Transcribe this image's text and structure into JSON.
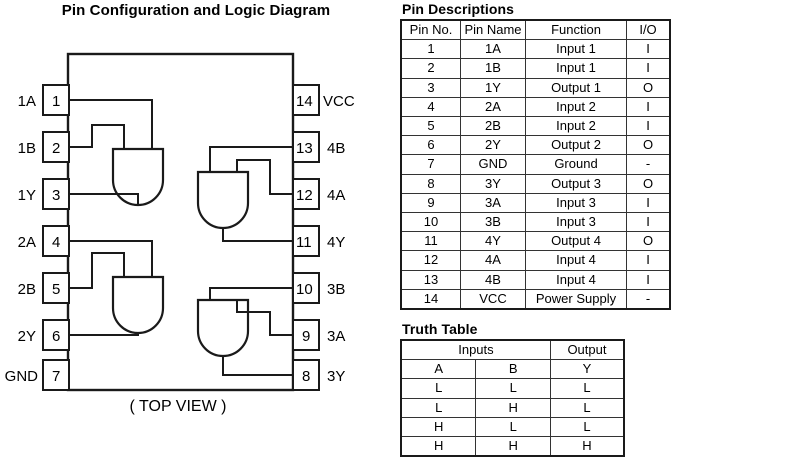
{
  "diagram": {
    "title": "Pin Configuration and Logic Diagram",
    "caption": "( TOP VIEW )",
    "left_pins": [
      {
        "num": "1",
        "label": "1A"
      },
      {
        "num": "2",
        "label": "1B"
      },
      {
        "num": "3",
        "label": "1Y"
      },
      {
        "num": "4",
        "label": "2A"
      },
      {
        "num": "5",
        "label": "2B"
      },
      {
        "num": "6",
        "label": "2Y"
      },
      {
        "num": "7",
        "label": "GND"
      }
    ],
    "right_pins": [
      {
        "num": "14",
        "label": "VCC"
      },
      {
        "num": "13",
        "label": "4B"
      },
      {
        "num": "12",
        "label": "4A"
      },
      {
        "num": "11",
        "label": "4Y"
      },
      {
        "num": "10",
        "label": "3B"
      },
      {
        "num": "9",
        "label": "3A"
      },
      {
        "num": "8",
        "label": "3Y"
      }
    ]
  },
  "pin_descriptions": {
    "heading": "Pin Descriptions",
    "columns": [
      "Pin No.",
      "Pin Name",
      "Function",
      "I/O"
    ],
    "rows": [
      [
        "1",
        "1A",
        "Input 1",
        "I"
      ],
      [
        "2",
        "1B",
        "Input 1",
        "I"
      ],
      [
        "3",
        "1Y",
        "Output 1",
        "O"
      ],
      [
        "4",
        "2A",
        "Input 2",
        "I"
      ],
      [
        "5",
        "2B",
        "Input 2",
        "I"
      ],
      [
        "6",
        "2Y",
        "Output 2",
        "O"
      ],
      [
        "7",
        "GND",
        "Ground",
        "-"
      ],
      [
        "8",
        "3Y",
        "Output 3",
        "O"
      ],
      [
        "9",
        "3A",
        "Input 3",
        "I"
      ],
      [
        "10",
        "3B",
        "Input 3",
        "I"
      ],
      [
        "11",
        "4Y",
        "Output 4",
        "O"
      ],
      [
        "12",
        "4A",
        "Input 4",
        "I"
      ],
      [
        "13",
        "4B",
        "Input 4",
        "I"
      ],
      [
        "14",
        "VCC",
        "Power Supply",
        "-"
      ]
    ]
  },
  "truth_table": {
    "heading": "Truth Table",
    "group_headers": [
      "Inputs",
      "Output"
    ],
    "columns": [
      "A",
      "B",
      "Y"
    ],
    "rows": [
      [
        "L",
        "L",
        "L"
      ],
      [
        "L",
        "H",
        "L"
      ],
      [
        "H",
        "L",
        "L"
      ],
      [
        "H",
        "H",
        "H"
      ]
    ]
  }
}
